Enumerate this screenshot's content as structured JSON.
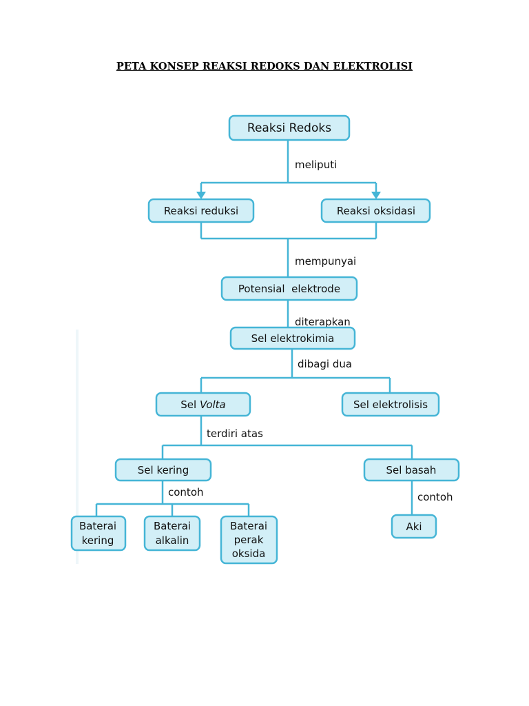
{
  "title": "PETA KONSEP REAKSI REDOKS DAN ELEKTROLISI",
  "nodes": {
    "reaksi_redoks": "Reaksi Redoks",
    "reaksi_reduksi": "Reaksi reduksi",
    "reaksi_oksidasi": "Reaksi oksidasi",
    "potensial_elektrode": "Potensial  elektrode",
    "sel_elektrokimia": "Sel elektrokimia",
    "sel_volta": {
      "prefix": "Sel ",
      "italic": "Volta"
    },
    "sel_elektrolisis": "Sel elektrolisis",
    "sel_kering": "Sel kering",
    "sel_basah": "Sel basah",
    "baterai_kering": [
      "Baterai",
      "kering"
    ],
    "baterai_alkalin": [
      "Baterai",
      "alkalin"
    ],
    "baterai_perak_oksida": [
      "Baterai",
      "perak",
      "oksida"
    ],
    "aki": "Aki"
  },
  "edge_labels": {
    "meliputi": "meliputi",
    "mempunyai": "mempunyai",
    "diterapkan": "diterapkan",
    "dibagi_dua": "dibagi dua",
    "terdiri_atas": "terdiri atas",
    "contoh_kering": "contoh",
    "contoh_basah": "contoh"
  },
  "colors": {
    "node_fill": "#d2eff7",
    "node_stroke": "#45b5d6",
    "connector": "#45b5d6"
  }
}
